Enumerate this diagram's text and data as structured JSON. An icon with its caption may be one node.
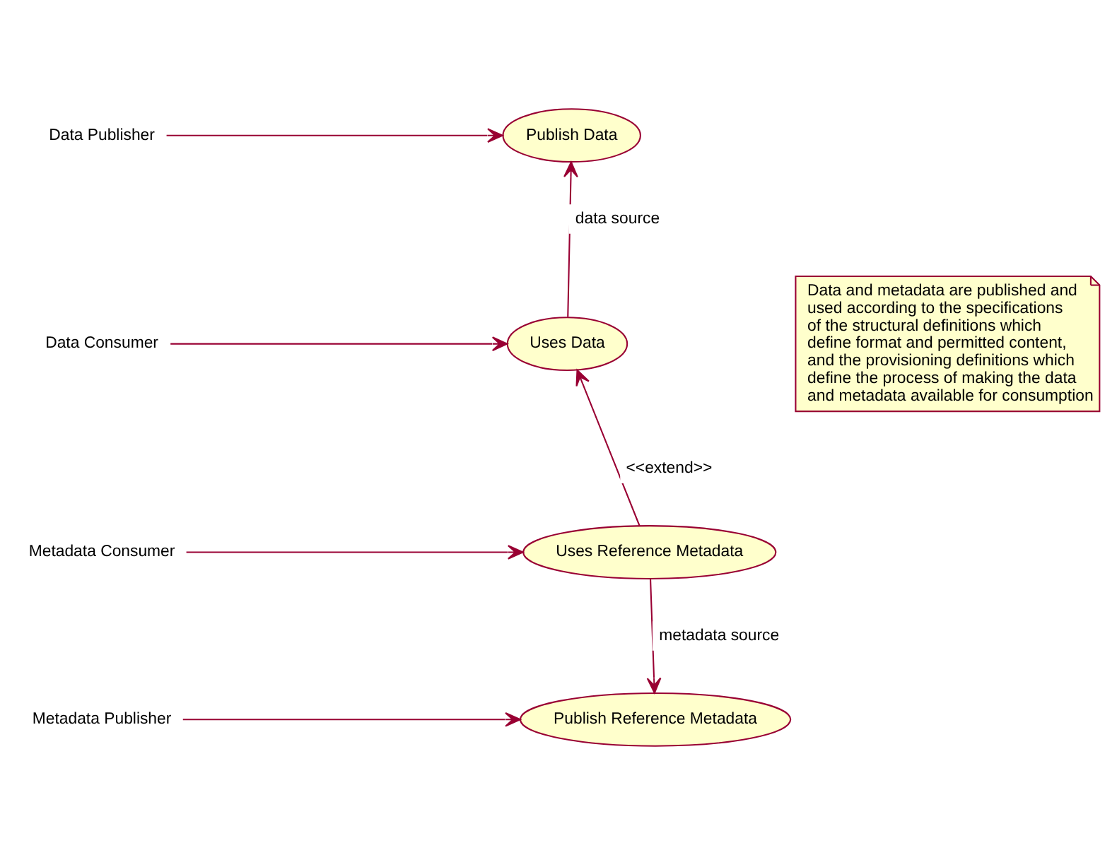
{
  "diagram": {
    "nodes": [
      {
        "text": [
          "Data Publisher"
        ]
      },
      {
        "text": [
          "Publish Data"
        ]
      },
      {
        "text": [
          "Data Consumer"
        ]
      },
      {
        "text": [
          "Uses Data"
        ]
      },
      {
        "text": [
          "Metadata Consumer"
        ]
      },
      {
        "text": [
          "Uses Reference Metadata"
        ]
      },
      {
        "text": [
          "Metadata Publisher"
        ]
      },
      {
        "text": [
          "Publish Reference Metadata"
        ]
      },
      {
        "text": [
          "Data and metadata are published and used according to the specifications of the structural definitions which define format and permitted content, and the provisioning definitions which define the process of making the data and metadata available for consumption"
        ]
      }
    ],
    "edges": [
      {
        "from": 0,
        "to": 1,
        "arrow": "to"
      },
      {
        "from": 2,
        "to": 3,
        "arrow": "to"
      },
      {
        "from": 3,
        "to": 1,
        "arrow": "to",
        "label": "data source"
      },
      {
        "from": 4,
        "to": 5,
        "arrow": "to"
      },
      {
        "from": 5,
        "to": 3,
        "arrow": "to",
        "label": "<<extend>>"
      },
      {
        "from": 5,
        "to": 7,
        "arrow": "to",
        "label": "metadata source"
      },
      {
        "from": 6,
        "to": 7,
        "arrow": "to"
      }
    ]
  }
}
